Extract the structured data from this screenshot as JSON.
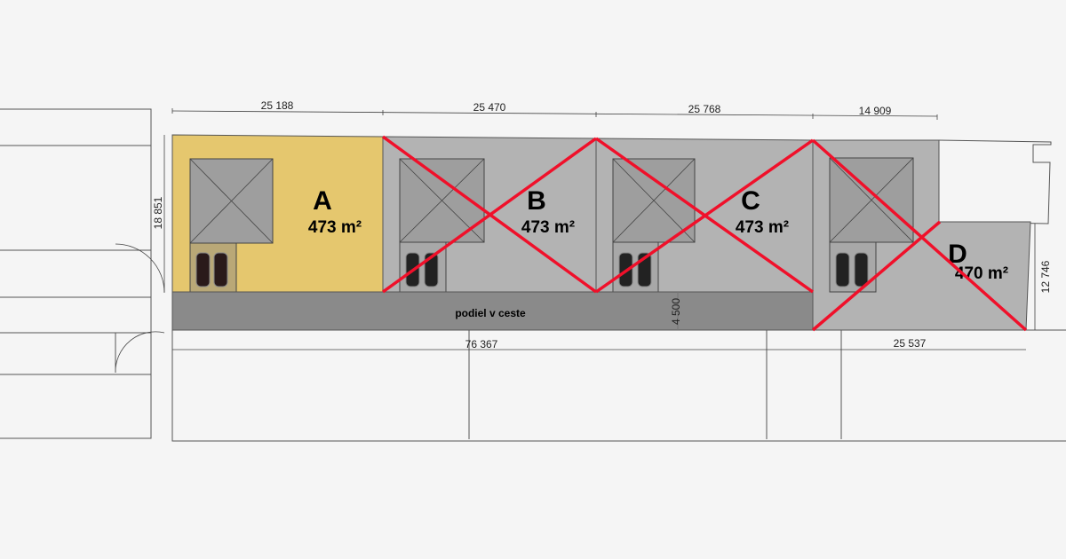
{
  "plots": [
    {
      "label": "A",
      "area": "473 m²",
      "crossed_out": false
    },
    {
      "label": "B",
      "area": "473 m²",
      "crossed_out": true
    },
    {
      "label": "C",
      "area": "473 m²",
      "crossed_out": true
    },
    {
      "label": "D",
      "area": "470 m²",
      "crossed_out": true
    }
  ],
  "road_label": "podiel v ceste",
  "dimensions": {
    "top": [
      "25 188",
      "25 470",
      "25 768",
      "14 909"
    ],
    "left": "18 851",
    "right": "12 746",
    "road_width": "4 500",
    "bottom_total": "76 367",
    "bottom_d": "25 537"
  },
  "colors": {
    "available": "#e5c76e",
    "unavailable": "#b3b3b3",
    "road": "#8a8a8a",
    "cross": "#f0102a"
  }
}
